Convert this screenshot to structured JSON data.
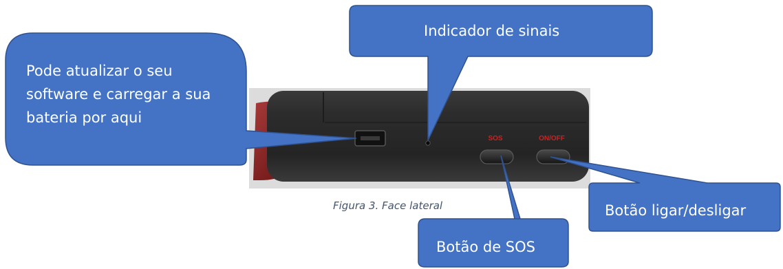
{
  "callouts": {
    "usb": "Pode atualizar o seu software e carregar a sua bateria por aqui",
    "signal": "Indicador de sinais",
    "sos": "Botão de SOS",
    "power": "Botão ligar/desligar"
  },
  "device": {
    "sos_label": "SOS",
    "power_label": "ON/OFF"
  },
  "caption": "Figura 3. Face lateral",
  "colors": {
    "callout_fill": "#4472c4",
    "callout_stroke": "#2f528f",
    "device_body": "#2b2b2b",
    "device_label": "#cc2222",
    "clip_red": "#8b2020",
    "caption": "#44546a"
  },
  "icons": [
    "usb-port-icon",
    "led-indicator-icon",
    "sos-button-icon",
    "power-button-icon"
  ]
}
